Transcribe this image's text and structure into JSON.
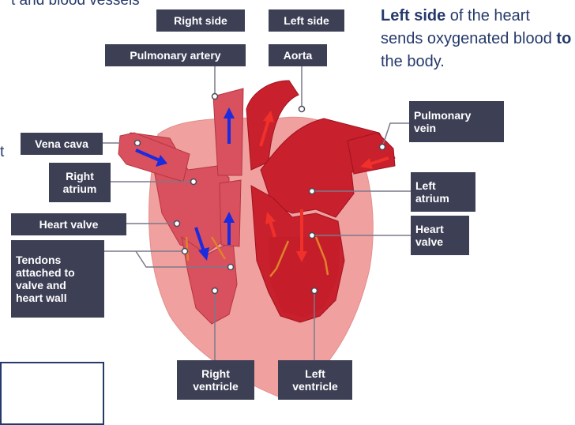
{
  "top_fragment": "t and blood vessels",
  "left_fragment": "t",
  "caption": {
    "bold1": "Left side",
    "text1": " of the heart sends oxygenated blood ",
    "bold2": "to",
    "text2": " the body."
  },
  "labels": {
    "right_side": "Right side",
    "left_side": "Left side",
    "pulmonary_artery": "Pulmonary artery",
    "aorta": "Aorta",
    "pulmonary_vein": "Pulmonary\nvein",
    "vena_cava": "Vena cava",
    "right_atrium": "Right\natrium",
    "left_atrium": "Left\natrium",
    "heart_valve_left": "Heart valve",
    "heart_valve_right": "Heart\nvalve",
    "tendons": "Tendons\nattached to\nvalve and\nheart wall",
    "right_ventricle": "Right\nventricle",
    "left_ventricle": "Left\nventricle"
  },
  "colors": {
    "label_bg": "#3d3f55",
    "label_text": "#ffffff",
    "caption_text": "#253a6b",
    "heart_outer": "#f0a09e",
    "heart_right_side": "#d9505e",
    "heart_left_side": "#c8202d",
    "oxygen_poor_arrow": "#1a2be0",
    "oxygen_rich_arrow": "#f0302a",
    "tendon": "#e0822a",
    "leader_line": "#7a7a8a"
  }
}
